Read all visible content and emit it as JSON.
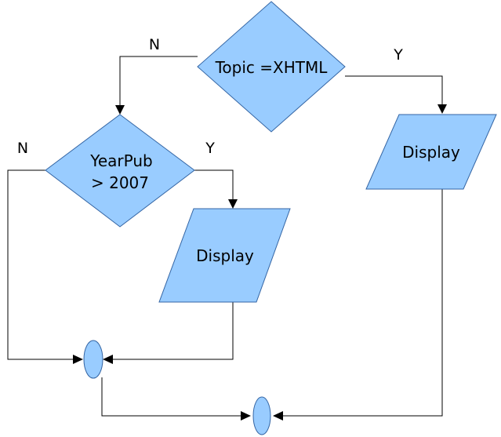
{
  "colors": {
    "shape_fill": "#99ccff",
    "shape_stroke": "#3465a4",
    "connector": "#000000",
    "background": "#ffffff"
  },
  "nodes": {
    "topic_decision": {
      "label": "Topic =XHTML"
    },
    "yearpub_decision": {
      "line1": "YearPub",
      "line2": "> 2007"
    },
    "display_right": {
      "label": "Display"
    },
    "display_middle": {
      "label": "Display"
    }
  },
  "branch_labels": {
    "topic_no": "N",
    "topic_yes": "Y",
    "yearpub_no": "N",
    "yearpub_yes": "Y"
  }
}
